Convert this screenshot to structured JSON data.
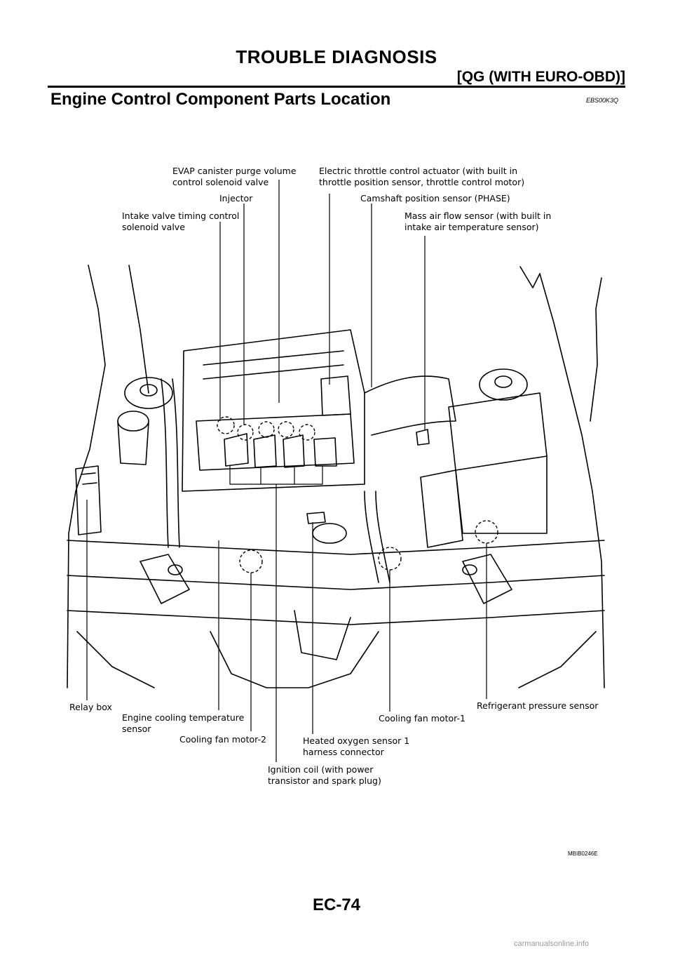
{
  "header": {
    "title": "TROUBLE DIAGNOSIS",
    "subtitle": "[QG (WITH EURO-OBD)]"
  },
  "section": {
    "title": "Engine Control Component Parts Location",
    "code": "EBS00K3Q"
  },
  "labels": {
    "evap_1": "EVAP canister purge volume",
    "evap_2": "control solenoid valve",
    "injector": "Injector",
    "intake_1": "Intake valve timing control",
    "intake_2": "solenoid valve",
    "throttle_1": "Electric throttle control actuator (with built in",
    "throttle_2": "throttle position sensor, throttle control motor)",
    "camshaft": "Camshaft position sensor (PHASE)",
    "maf_1": "Mass air flow sensor (with built in",
    "maf_2": "intake air temperature sensor)",
    "relay_box": "Relay box",
    "coolant_1": "Engine cooling temperature",
    "coolant_2": "sensor",
    "fan2": "Cooling fan motor-2",
    "ignition_1": "Ignition coil (with power",
    "ignition_2": "transistor and spark plug)",
    "ho2s_1": "Heated oxygen sensor 1",
    "ho2s_2": "harness connector",
    "fan1": "Cooling fan motor-1",
    "refrigerant": "Refrigerant pressure sensor"
  },
  "figure_code": "MBIB0246E",
  "page_number": "EC-74",
  "footer": "carmanualsonline.info"
}
